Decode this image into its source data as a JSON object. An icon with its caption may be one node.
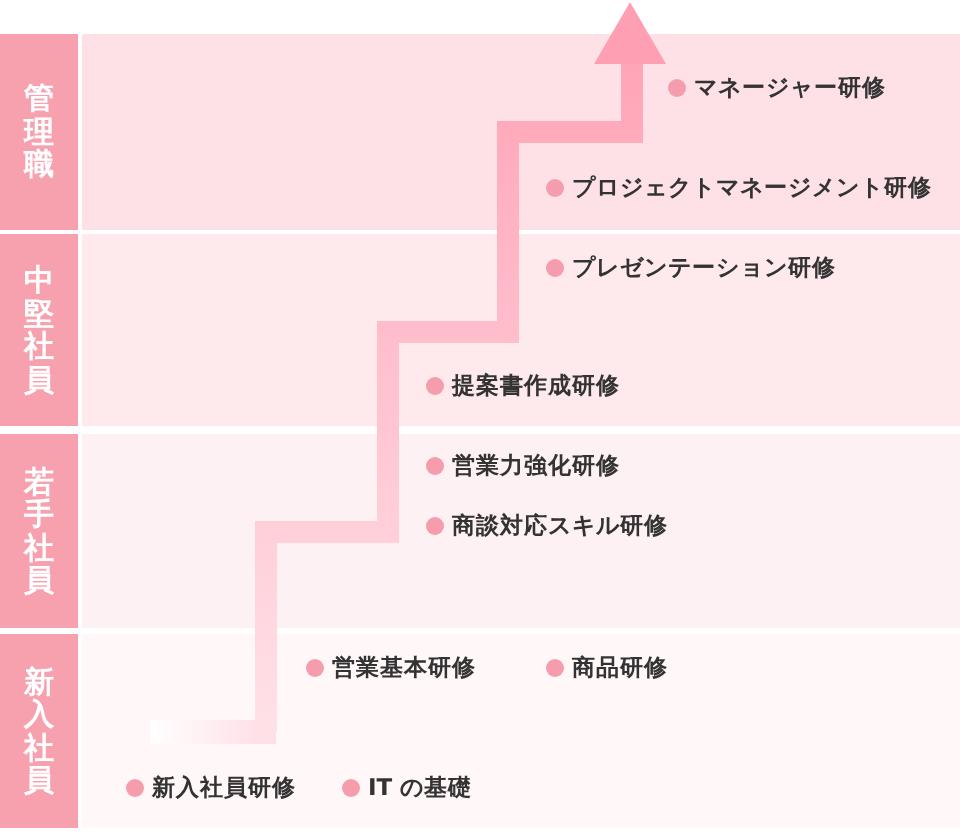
{
  "diagram": {
    "nodes": [
      {
        "text": [
          "管理職"
        ]
      },
      {
        "text": [
          "中堅社員"
        ]
      },
      {
        "text": [
          "若手社員"
        ]
      },
      {
        "text": [
          "新入社員"
        ]
      }
    ],
    "labels": [
      "マネージャー研修",
      "プロジェクトマネージメント研修",
      "プレゼンテーション研修",
      "提案書作成研修",
      "営業力強化研修",
      "商談対応スキル研修",
      "営業基本研修",
      "商品研修",
      "新入社員研修",
      "IT の基礎"
    ]
  }
}
